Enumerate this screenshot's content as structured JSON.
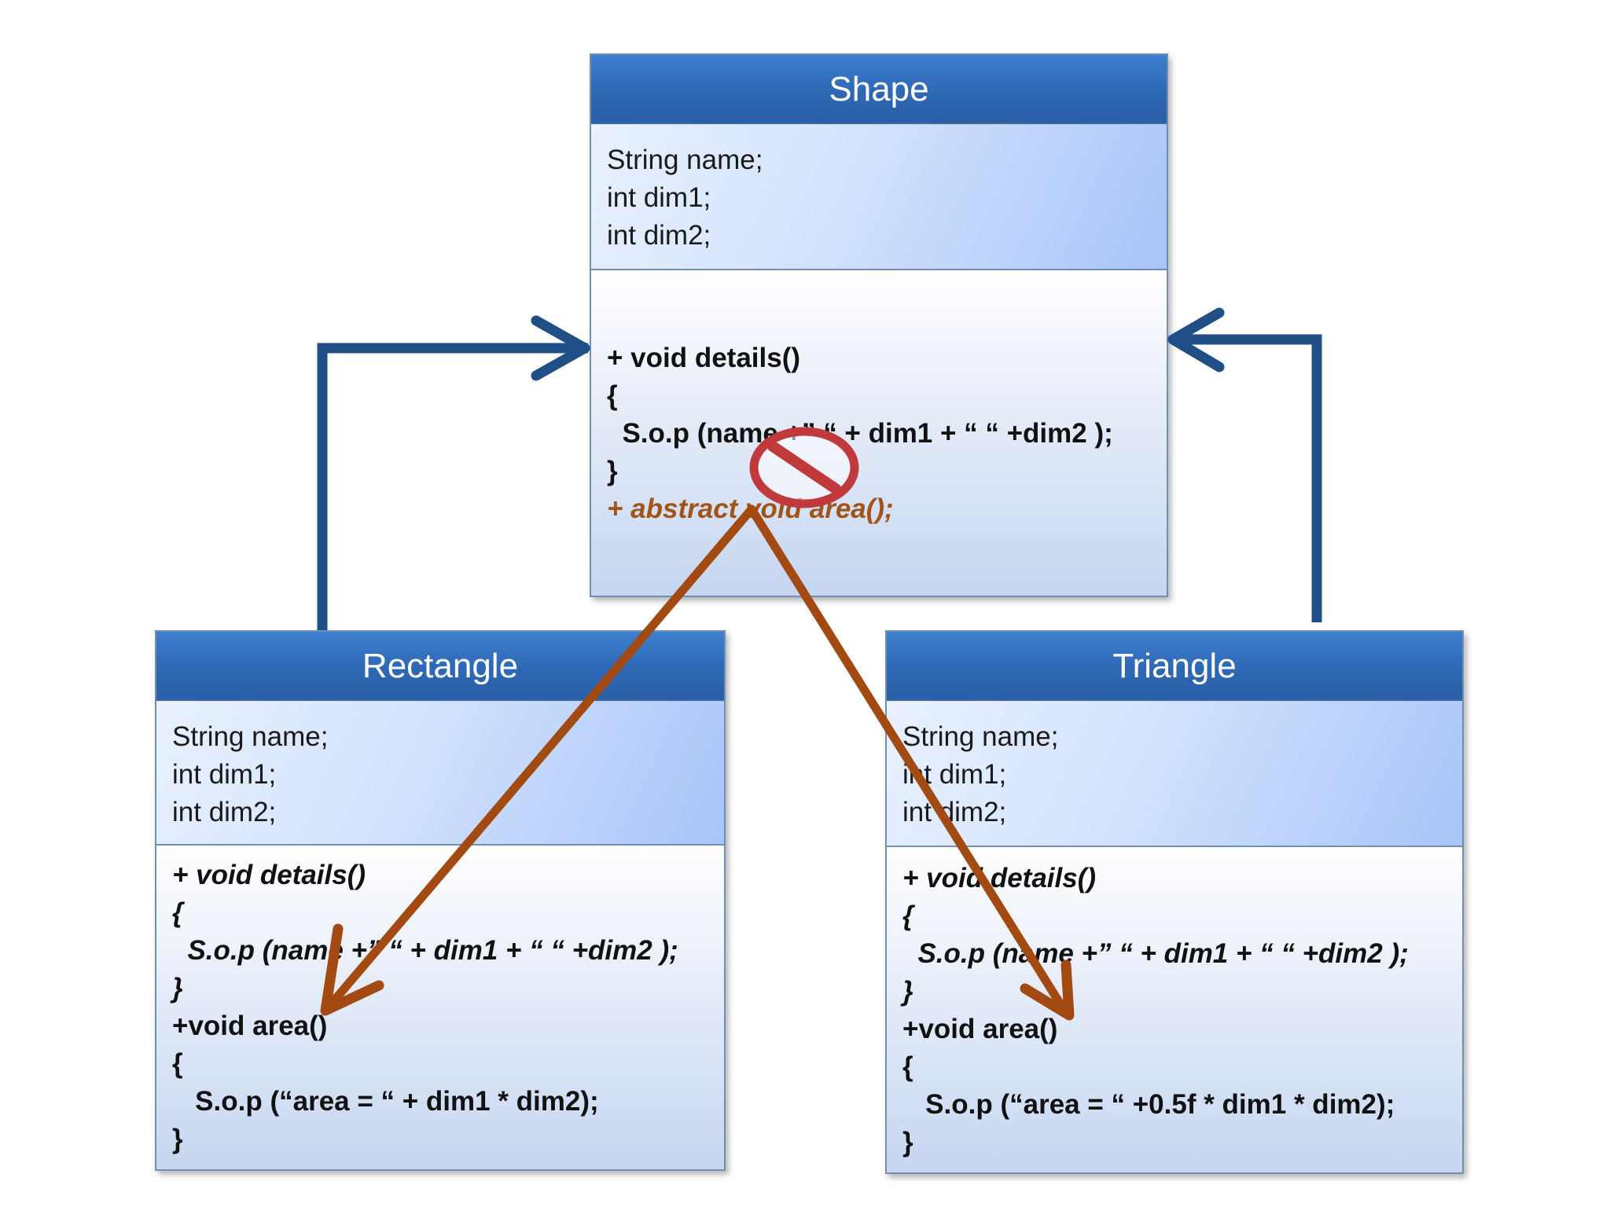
{
  "shape": {
    "title": "Shape",
    "attributes": [
      "String name;",
      "int dim1;",
      "int dim2;"
    ],
    "operations": [
      {
        "text": "+ void details()",
        "style": "bold"
      },
      {
        "text": "{",
        "style": "bold"
      },
      {
        "text": "  S.o.p (name +” “ + dim1 + “ “ +dim2 );",
        "style": "bold"
      },
      {
        "text": "}",
        "style": "bold"
      },
      {
        "text": "+ abstract void area();",
        "style": "abstract"
      }
    ]
  },
  "rectangle": {
    "title": "Rectangle",
    "attributes": [
      "String name;",
      "int dim1;",
      "int dim2;"
    ],
    "operations": [
      {
        "text": "+ void details()",
        "style": "italic"
      },
      {
        "text": "{",
        "style": "italic"
      },
      {
        "text": "  S.o.p (name +” “ + dim1 + “ “ +dim2 );",
        "style": "italic"
      },
      {
        "text": "}",
        "style": "italic"
      },
      {
        "text": "+void area()",
        "style": "bold"
      },
      {
        "text": "{",
        "style": "bold"
      },
      {
        "text": "   S.o.p (“area = “ + dim1 * dim2);",
        "style": "bold"
      },
      {
        "text": "}",
        "style": "bold"
      }
    ]
  },
  "triangle": {
    "title": "Triangle",
    "attributes": [
      "String name;",
      "int dim1;",
      "int dim2;"
    ],
    "operations": [
      {
        "text": "+ void details()",
        "style": "italic"
      },
      {
        "text": "{",
        "style": "italic"
      },
      {
        "text": "  S.o.p (name +” “ + dim1 + “ “ +dim2 );",
        "style": "italic"
      },
      {
        "text": "}",
        "style": "italic"
      },
      {
        "text": "+void area()",
        "style": "bold"
      },
      {
        "text": "{",
        "style": "bold"
      },
      {
        "text": "   S.o.p (“area = “ +0.5f * dim1 * dim2);",
        "style": "bold"
      },
      {
        "text": "}",
        "style": "bold"
      }
    ]
  },
  "colors": {
    "inheritance_arrow": "#1f4f86",
    "override_arrow": "#a24a12",
    "prohibited_sign": "#c0393b",
    "header_fill": "#2e68b5"
  },
  "icons": {
    "prohibited": "prohibited-icon"
  }
}
